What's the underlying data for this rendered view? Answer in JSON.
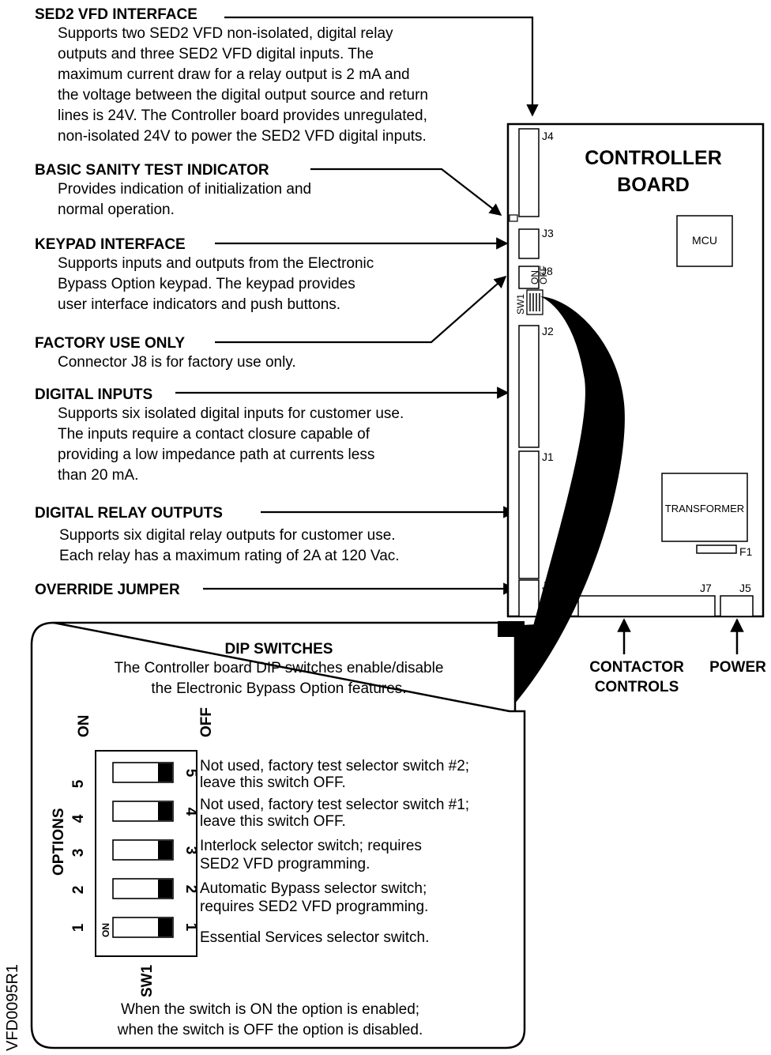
{
  "callouts": {
    "sed2": {
      "heading": "SED2 VFD INTERFACE",
      "lines": [
        "Supports two SED2 VFD non-isolated, digital relay",
        "outputs and three SED2 VFD digital inputs. The",
        "maximum current draw for a relay output is 2 mA and",
        "the voltage between the digital output source and return",
        "lines is 24V. The Controller board provides unregulated,",
        "non-isolated 24V to power the SED2 VFD digital inputs."
      ]
    },
    "sanity": {
      "heading": "BASIC SANITY TEST INDICATOR",
      "lines": [
        "Provides indication of initialization and",
        "normal operation."
      ]
    },
    "keypad": {
      "heading": "KEYPAD INTERFACE",
      "lines": [
        "Supports inputs and outputs from the Electronic",
        "Bypass Option keypad. The keypad provides",
        "user interface indicators and push buttons."
      ]
    },
    "factory": {
      "heading": "FACTORY USE ONLY",
      "lines": [
        "Connector J8 is for factory use only."
      ]
    },
    "digital_inputs": {
      "heading": "DIGITAL INPUTS",
      "lines": [
        "Supports six isolated digital inputs for customer use.",
        "The inputs require a contact closure capable of",
        "providing a low impedance path at currents less",
        "than 20 mA."
      ]
    },
    "relay_outputs": {
      "heading": "DIGITAL RELAY OUTPUTS",
      "lines": [
        "Supports six digital relay outputs for customer use.",
        "Each relay has a maximum rating of 2A at 120 Vac."
      ]
    },
    "override": {
      "heading": "OVERRIDE JUMPER"
    }
  },
  "board": {
    "title_line1": "CONTROLLER",
    "title_line2": "BOARD",
    "mcu": "MCU",
    "transformer": "TRANSFORMER",
    "f1": "F1",
    "j4": "J4",
    "j3": "J3",
    "j8": "J8",
    "j2": "J2",
    "j1": "J1",
    "j6": "J6",
    "j7": "J7",
    "j5": "J5",
    "sw1": "SW1",
    "on": "ON",
    "off": "OFF"
  },
  "bottom_labels": {
    "contactor_line1": "CONTACTOR",
    "contactor_line2": "CONTROLS",
    "power": "POWER"
  },
  "dip": {
    "title": "DIP SWITCHES",
    "subtitle_line1": "The Controller board DIP switches enable/disable",
    "subtitle_line2": "the Electronic Bypass Option features.",
    "on_label": "ON",
    "off_label": "OFF",
    "options_label": "OPTIONS",
    "sw1_label": "SW1",
    "switch_on_label": "ON",
    "switches": [
      {
        "num": "5",
        "line1": "Not used, factory test selector switch #2;",
        "line2": "leave this switch OFF."
      },
      {
        "num": "4",
        "line1": "Not used, factory test selector switch #1;",
        "line2": "leave this switch OFF."
      },
      {
        "num": "3",
        "line1": "Interlock selector switch; requires",
        "line2": "SED2 VFD programming."
      },
      {
        "num": "2",
        "line1": "Automatic Bypass selector switch;",
        "line2": "requires SED2 VFD programming."
      },
      {
        "num": "1",
        "line1": "Essential Services selector switch.",
        "line2": ""
      }
    ],
    "footer_line1": "When the switch is ON the option is enabled;",
    "footer_line2": "when the switch is OFF the option is disabled."
  },
  "figure_id": "VFD0095R1"
}
